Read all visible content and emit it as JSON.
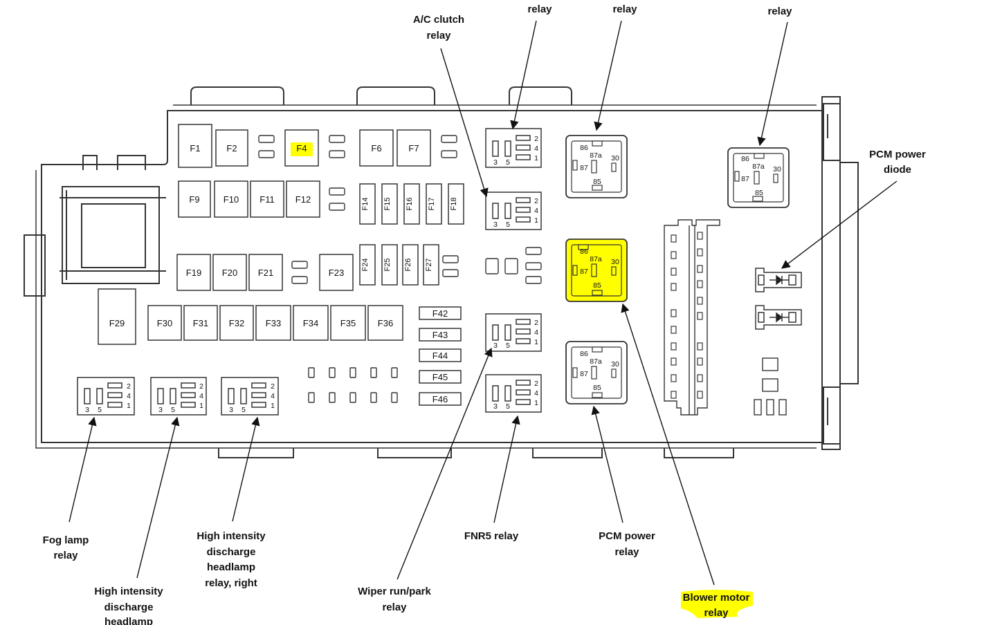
{
  "fuses": {
    "F1": "F1",
    "F2": "F2",
    "F4": "F4",
    "F6": "F6",
    "F7": "F7",
    "F9": "F9",
    "F10": "F10",
    "F11": "F11",
    "F12": "F12",
    "F14": "F14",
    "F15": "F15",
    "F16": "F16",
    "F17": "F17",
    "F18": "F18",
    "F19": "F19",
    "F20": "F20",
    "F21": "F21",
    "F23": "F23",
    "F24": "F24",
    "F25": "F25",
    "F26": "F26",
    "F27": "F27",
    "F29": "F29",
    "F30": "F30",
    "F31": "F31",
    "F32": "F32",
    "F33": "F33",
    "F34": "F34",
    "F35": "F35",
    "F36": "F36",
    "F42": "F42",
    "F43": "F43",
    "F44": "F44",
    "F45": "F45",
    "F46": "F46"
  },
  "relay_pins": {
    "small": {
      "p1": "1",
      "p2": "2",
      "p3": "3",
      "p4": "4",
      "p5": "5"
    },
    "large": {
      "p30": "30",
      "p85": "85",
      "p86": "86",
      "p87": "87",
      "p87a": "87a"
    }
  },
  "callouts": {
    "top_relay_a": "relay",
    "top_relay_b": "relay",
    "top_relay_c": "relay",
    "ac_clutch_relay": [
      "A/C clutch",
      "relay"
    ],
    "pcm_power_diode": [
      "PCM power",
      "diode"
    ],
    "fog_lamp_relay": [
      "Fog lamp",
      "relay"
    ],
    "hid_headlamp_left": [
      "High intensity",
      "discharge",
      "headlamp"
    ],
    "hid_headlamp_right": [
      "High intensity",
      "discharge",
      "headlamp",
      "relay, right"
    ],
    "wiper_run_park_relay": [
      "Wiper run/park",
      "relay"
    ],
    "fnr5_relay": "FNR5 relay",
    "pcm_power_relay_bottom": [
      "PCM power",
      "relay"
    ],
    "blower_motor_relay": [
      "Blower motor",
      "relay"
    ]
  },
  "highlights": {
    "color": "#ffff00",
    "items": [
      "fuse-f4",
      "blower-motor-relay",
      "blower-motor-relay-label"
    ]
  }
}
